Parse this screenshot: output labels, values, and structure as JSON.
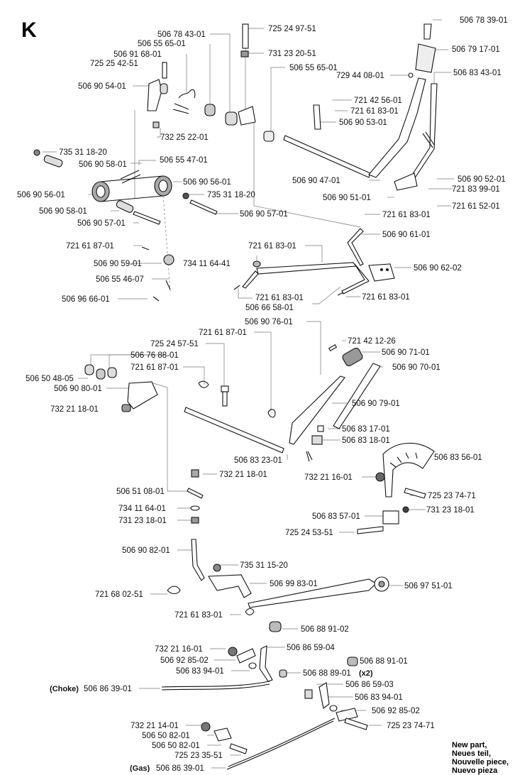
{
  "section_letter": "K",
  "parts": [
    {
      "id": "p1",
      "text": "506 78 39-01"
    },
    {
      "id": "p2",
      "text": "725 24 97-51"
    },
    {
      "id": "p3",
      "text": "506 78 43-01"
    },
    {
      "id": "p4",
      "text": "506 55 65-01"
    },
    {
      "id": "p5",
      "text": "506 91 68-01"
    },
    {
      "id": "p6",
      "text": "725 25 42-51"
    },
    {
      "id": "p7",
      "text": "731 23 20-51"
    },
    {
      "id": "p8",
      "text": "506 79 17-01"
    },
    {
      "id": "p9",
      "text": "506 55 65-01"
    },
    {
      "id": "p10",
      "text": "729 44 08-01"
    },
    {
      "id": "p11",
      "text": "506 83 43-01"
    },
    {
      "id": "p12",
      "text": "506 90 54-01"
    },
    {
      "id": "p13",
      "text": "721 42 56-01"
    },
    {
      "id": "p14",
      "text": "721 61 83-01"
    },
    {
      "id": "p15",
      "text": "506 90 53-01"
    },
    {
      "id": "p16",
      "text": "732 25 22-01"
    },
    {
      "id": "p17",
      "text": "735 31 18-20"
    },
    {
      "id": "p18",
      "text": "506 90 58-01"
    },
    {
      "id": "p19",
      "text": "506 55 47-01"
    },
    {
      "id": "p20",
      "text": "506 90 47-01"
    },
    {
      "id": "p21",
      "text": "506 90 52-01"
    },
    {
      "id": "p22",
      "text": "506 90 56-01"
    },
    {
      "id": "p23",
      "text": "506 90 56-01"
    },
    {
      "id": "p24",
      "text": "735 31 18-20"
    },
    {
      "id": "p25",
      "text": "506 90 51-01"
    },
    {
      "id": "p26",
      "text": "721 83 99-01"
    },
    {
      "id": "p27",
      "text": "721 61 52-01"
    },
    {
      "id": "p28",
      "text": "506 90 58-01"
    },
    {
      "id": "p29",
      "text": "506 90 57-01"
    },
    {
      "id": "p30",
      "text": "721 61 83-01"
    },
    {
      "id": "p31",
      "text": "506 90 57-01"
    },
    {
      "id": "p32",
      "text": "506 90 61-01"
    },
    {
      "id": "p33",
      "text": "721 61 87-01"
    },
    {
      "id": "p34",
      "text": "721 61 83-01"
    },
    {
      "id": "p35",
      "text": "734 11 64-41"
    },
    {
      "id": "p36",
      "text": "506 90 59-01"
    },
    {
      "id": "p37",
      "text": "506 90 62-02"
    },
    {
      "id": "p38",
      "text": "506 55 46-07"
    },
    {
      "id": "p39",
      "text": "721 61 83-01"
    },
    {
      "id": "p40",
      "text": "721 61 83-01"
    },
    {
      "id": "p41",
      "text": "506 96 66-01"
    },
    {
      "id": "p42",
      "text": "506 66 58-01"
    },
    {
      "id": "p43",
      "text": "506 90 76-01"
    },
    {
      "id": "p44",
      "text": "721 61 87-01"
    },
    {
      "id": "p45",
      "text": "721 42 12-26"
    },
    {
      "id": "p46",
      "text": "725 24 57-51"
    },
    {
      "id": "p47",
      "text": "506 90 71-01"
    },
    {
      "id": "p48",
      "text": "506 76 88-01"
    },
    {
      "id": "p49",
      "text": "721 61 87-01"
    },
    {
      "id": "p50",
      "text": "506 90 70-01"
    },
    {
      "id": "p51",
      "text": "506 50 48-05"
    },
    {
      "id": "p52",
      "text": "506 90 80-01"
    },
    {
      "id": "p53",
      "text": "506 90 79-01"
    },
    {
      "id": "p54",
      "text": "732 21 18-01"
    },
    {
      "id": "p55",
      "text": "506 83 17-01"
    },
    {
      "id": "p56",
      "text": "506 83 18-01"
    },
    {
      "id": "p57",
      "text": "506 83 23-01"
    },
    {
      "id": "p58",
      "text": "506 83 56-01"
    },
    {
      "id": "p59",
      "text": "732 21 18-01"
    },
    {
      "id": "p60",
      "text": "732 21 16-01"
    },
    {
      "id": "p61",
      "text": "506 51 08-01"
    },
    {
      "id": "p62",
      "text": "725 23 74-71"
    },
    {
      "id": "p63",
      "text": "734 11 64-01"
    },
    {
      "id": "p64",
      "text": "731 23 18-01"
    },
    {
      "id": "p65",
      "text": "506 83 57-01"
    },
    {
      "id": "p66",
      "text": "731 23 18-01"
    },
    {
      "id": "p67",
      "text": "725 24 53-51"
    },
    {
      "id": "p68",
      "text": "506 90 82-01"
    },
    {
      "id": "p69",
      "text": "735 31 15-20"
    },
    {
      "id": "p70",
      "text": "506 99 83-01"
    },
    {
      "id": "p71",
      "text": "506 97 51-01"
    },
    {
      "id": "p72",
      "text": "721 68 02-51"
    },
    {
      "id": "p73",
      "text": "721 61 83-01"
    },
    {
      "id": "p74",
      "text": "506 88 91-02"
    },
    {
      "id": "p75",
      "text": "732 21 16-01"
    },
    {
      "id": "p76",
      "text": "506 86 59-04"
    },
    {
      "id": "p77",
      "text": "506 92 85-02"
    },
    {
      "id": "p78",
      "text": "506 88 91-01"
    },
    {
      "id": "p79",
      "text": "506 83 94-01"
    },
    {
      "id": "p80",
      "text": "506 88 89-01"
    },
    {
      "id": "p81",
      "text": "(x2)"
    },
    {
      "id": "p82",
      "text": "(Choke)"
    },
    {
      "id": "p83",
      "text": "506 86 39-01"
    },
    {
      "id": "p84",
      "text": "506 86 59-03"
    },
    {
      "id": "p85",
      "text": "506 83 94-01"
    },
    {
      "id": "p86",
      "text": "506 92 85-02"
    },
    {
      "id": "p87",
      "text": "732 21 14-01"
    },
    {
      "id": "p88",
      "text": "725 23 74-71"
    },
    {
      "id": "p89",
      "text": "506 50 82-01"
    },
    {
      "id": "p90",
      "text": "506 50 82-01"
    },
    {
      "id": "p91",
      "text": "725 23 35-51"
    },
    {
      "id": "p92",
      "text": "(Gas)"
    },
    {
      "id": "p93",
      "text": "506 86 39-01"
    }
  ],
  "legend": {
    "line1": "New part,",
    "line2": "Neues teil,",
    "line3": "Nouvelle piece,",
    "line4": "Nuevo pieza"
  }
}
